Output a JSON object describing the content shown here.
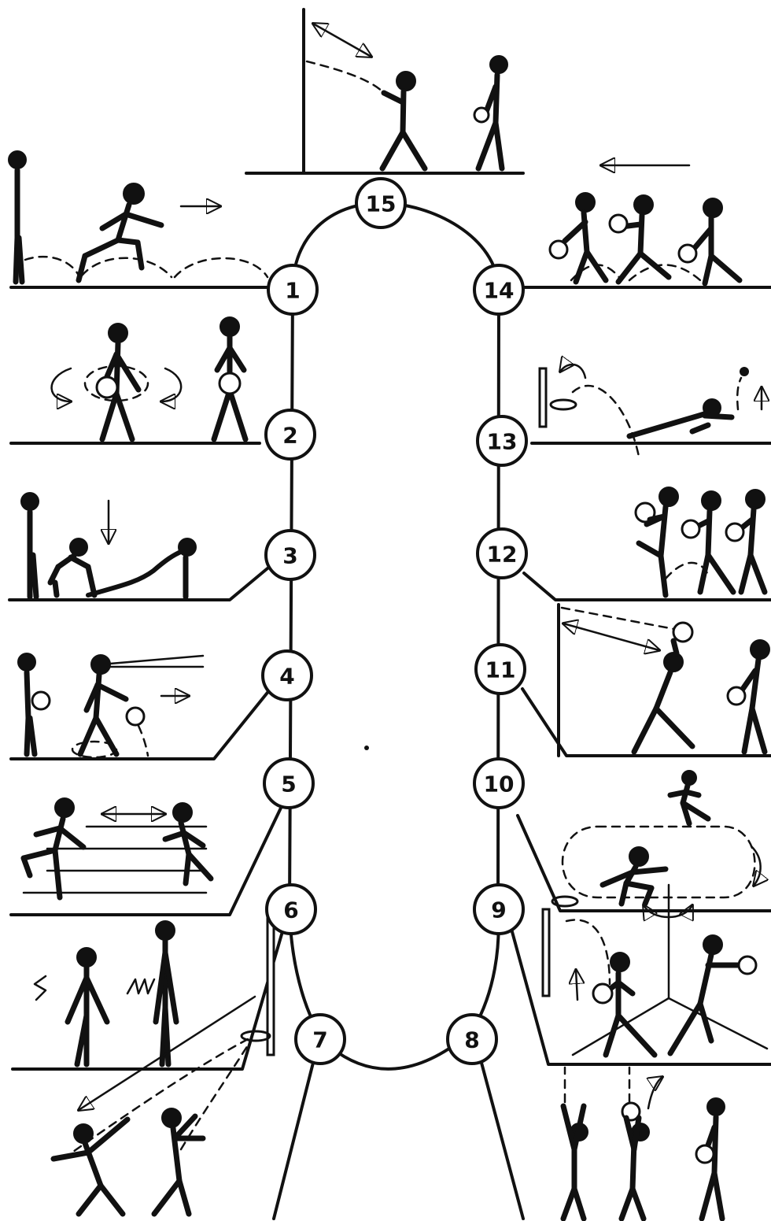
{
  "diagram": {
    "station_labels": [
      "1",
      "2",
      "3",
      "4",
      "5",
      "6",
      "7",
      "8",
      "9",
      "10",
      "11",
      "12",
      "13",
      "14",
      "15"
    ]
  },
  "colors": {
    "ink": "#111111",
    "paper": "#ffffff"
  }
}
